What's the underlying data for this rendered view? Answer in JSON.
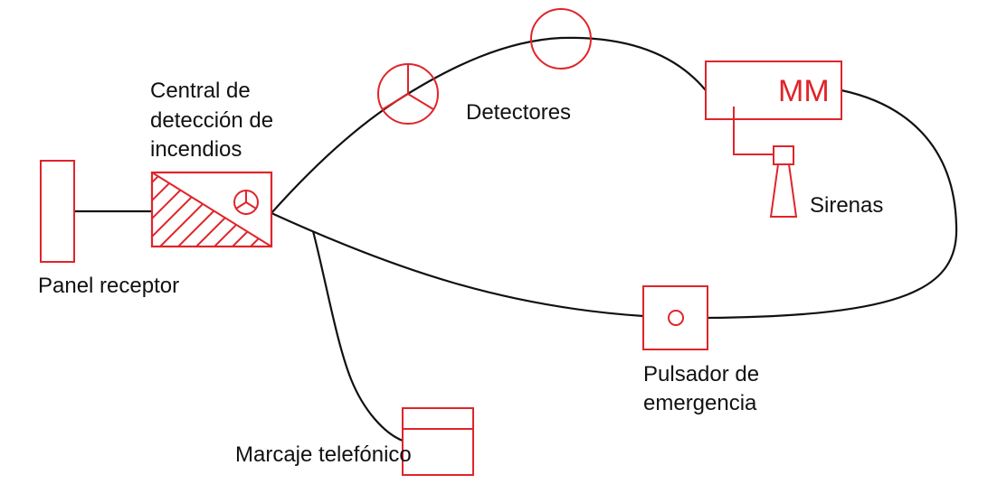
{
  "labels": {
    "central_line1": "Central de",
    "central_line2": "detección de",
    "central_line3": "incendios",
    "detectores": "Detectores",
    "sirenas": "Sirenas",
    "panel_receptor": "Panel receptor",
    "pulsador_line1": "Pulsador de",
    "pulsador_line2": "emergencia",
    "marcaje": "Marcaje telefónico",
    "mm": "MM"
  },
  "colors": {
    "component": "#e0242a",
    "wire": "#111111",
    "text": "#111111"
  },
  "icons": {
    "detector": "smoke-detector-icon",
    "central_symbol": "detector-symbol-icon",
    "siren": "siren-horn-icon",
    "pushbutton": "push-button-icon"
  }
}
